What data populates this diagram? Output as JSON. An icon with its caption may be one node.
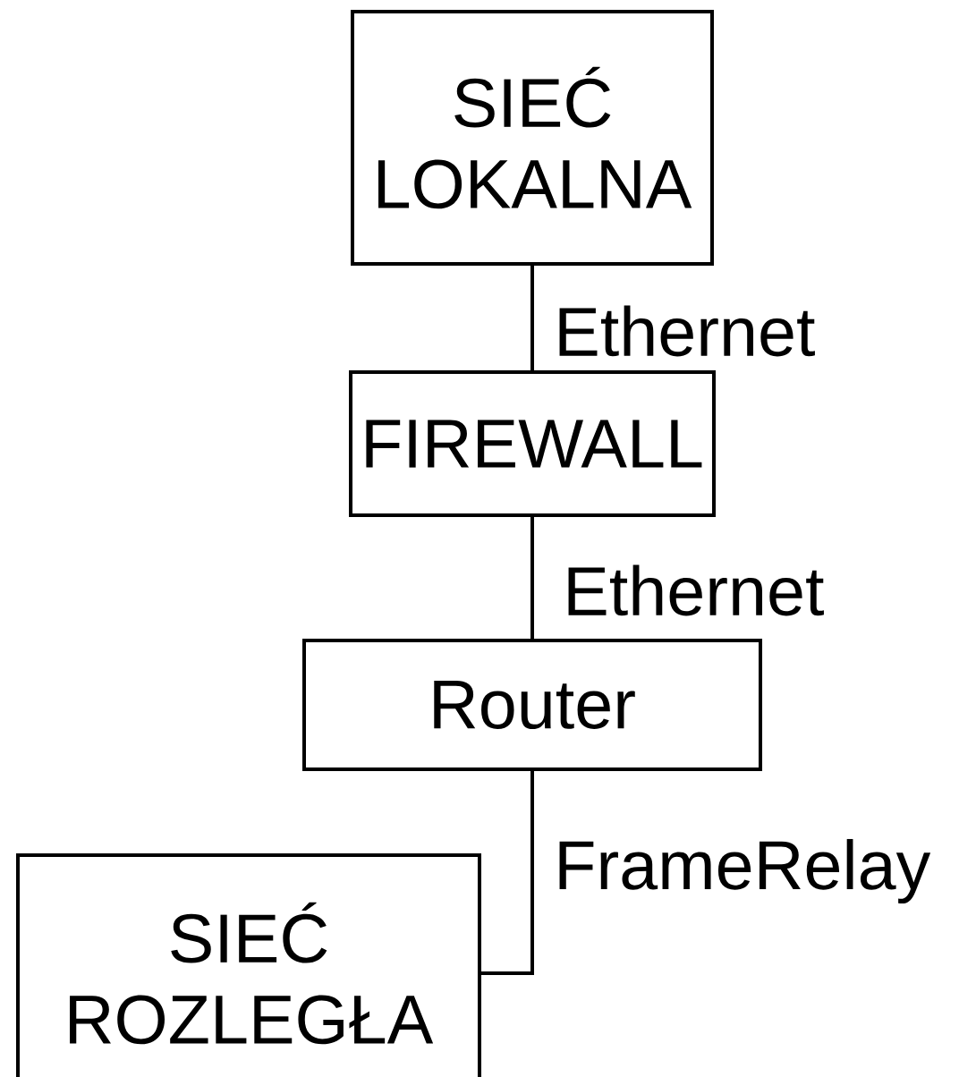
{
  "diagram": {
    "nodes": [
      {
        "text": [
          "SIEĆ LOKALNA"
        ]
      },
      {
        "text": [
          "FIREWALL"
        ]
      },
      {
        "text": [
          "Router"
        ]
      },
      {
        "text": [
          "SIEĆ ROZLEGŁA"
        ]
      }
    ],
    "edges": [
      {
        "from": 0,
        "to": 1,
        "arrow": "none",
        "label": "Ethernet"
      },
      {
        "from": 1,
        "to": 2,
        "arrow": "none",
        "label": "Ethernet"
      },
      {
        "from": 2,
        "to": 3,
        "arrow": "none",
        "label": "FrameRelay"
      }
    ]
  }
}
